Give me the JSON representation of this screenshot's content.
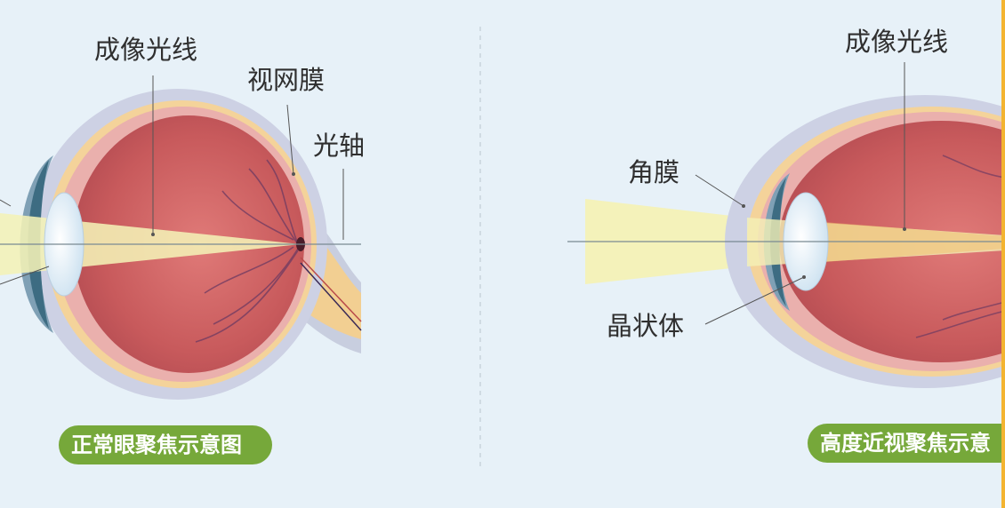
{
  "normal_eye": {
    "label_imaging_ray": "成像光线",
    "label_retina": "视网膜",
    "label_optical_axis": "光轴",
    "caption": "正常眼聚焦示意图"
  },
  "myopic_eye": {
    "label_imaging_ray": "成像光线",
    "label_cornea": "角膜",
    "label_lens": "晶状体",
    "caption": "高度近视聚焦示意"
  },
  "colors": {
    "background": "#e7f1f8",
    "eyeball": "#d46a6a",
    "sclera": "#f3d59a",
    "caption_bg": "#76a83a",
    "light_beam": "#f4f1b6",
    "edge_accent": "#f3b431"
  }
}
